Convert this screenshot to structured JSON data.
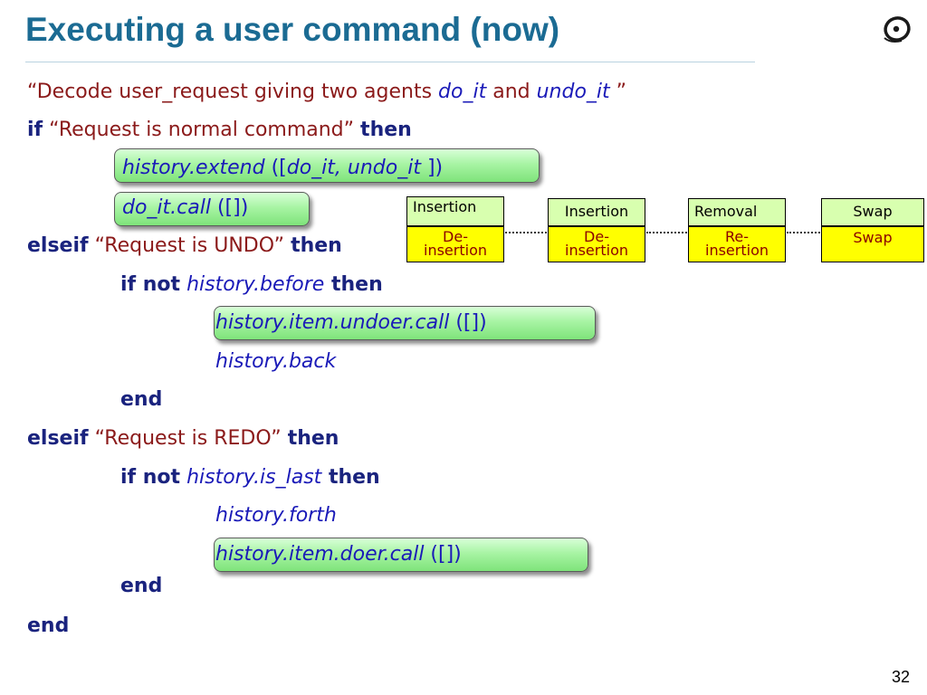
{
  "title": "Executing a user command (now)",
  "page_number": "32",
  "logo": {
    "icon": "eiffel-logo-icon"
  },
  "colors": {
    "title": "#1b6b93",
    "string": "#8b1a1a",
    "keyword": "#1a237e",
    "identifier": "#1a1ab8",
    "highlight": "#a8f4a4",
    "cell_top": "#d8ffaf",
    "cell_bottom": "#ffff00"
  },
  "code": {
    "l1": {
      "str1": "“Decode user_request giving two agents ",
      "id1": "do_it",
      "str2": " and ",
      "id2": "undo_it",
      "str3": " ”"
    },
    "l2": {
      "kw1": "if",
      "str": " “Request is normal command” ",
      "kw2": "then"
    },
    "l3": {
      "id1": "history.extend",
      "p1": " ([",
      "id2": "do_it,  undo_it",
      "p2": " ])"
    },
    "l4": {
      "id1": "do_it.call",
      "p1": " ([])"
    },
    "l5": {
      "kw1": "elseif",
      "str": " “Request is UNDO” ",
      "kw2": "then"
    },
    "l6": {
      "kw1": "if not",
      "id1": " history.before",
      "kw2": " then"
    },
    "l7": {
      "id1": "history.item.undoer.call",
      "p1": " ([])"
    },
    "l8": {
      "id1": "history.back"
    },
    "l9": {
      "kw1": "end"
    },
    "l10": {
      "kw1": "elseif",
      "str": "  “Request is REDO” ",
      "kw2": "then"
    },
    "l11": {
      "kw1": "if not",
      "id1": " history.is_last",
      "kw2": " then"
    },
    "l12": {
      "id1": "history.forth"
    },
    "l13": {
      "id1": "history.item.doer.call",
      "p1": " ([])"
    },
    "l14": {
      "kw1": "end"
    },
    "l15": {
      "kw1": "end"
    }
  },
  "history_list": [
    {
      "top": "Insertion",
      "bottom_1": "De-",
      "bottom_2": "insertion"
    },
    {
      "top": "Insertion",
      "bottom_1": "De-",
      "bottom_2": "insertion"
    },
    {
      "top": "Removal",
      "bottom_1": "Re-",
      "bottom_2": "insertion"
    },
    {
      "top": "Swap",
      "bottom_1": "Swap",
      "bottom_2": ""
    }
  ]
}
